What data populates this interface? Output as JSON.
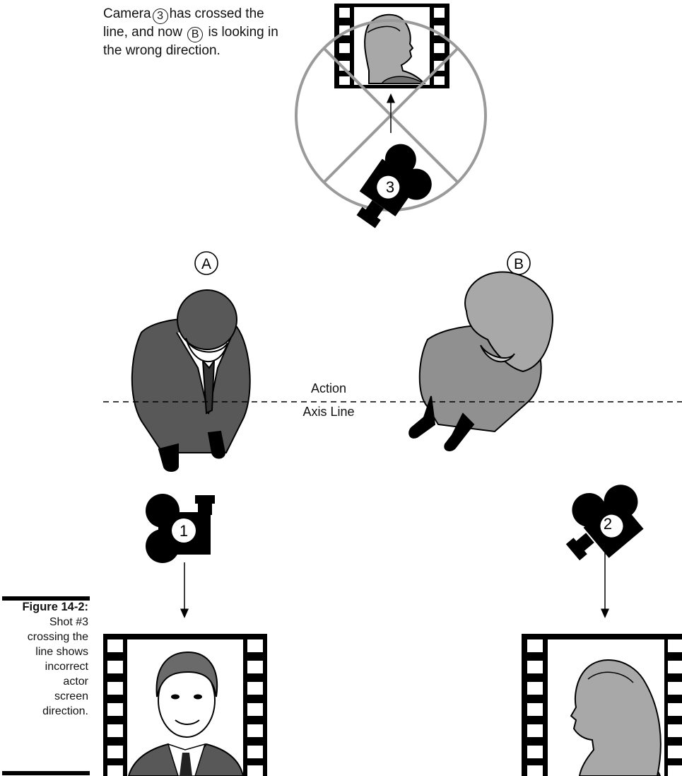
{
  "note": {
    "part1": "Camera",
    "cam_num": "3",
    "part2": "has crossed the",
    "part3": "line, and now",
    "actor": "B",
    "part4": "is looking in",
    "part5": "the wrong direction."
  },
  "actors": {
    "a_label": "A",
    "b_label": "B"
  },
  "axis": {
    "line1": "Action",
    "line2": "Axis Line"
  },
  "cameras": {
    "cam1": "1",
    "cam2": "2",
    "cam3": "3"
  },
  "caption": {
    "figure": "Figure 14-2:",
    "line1": "Shot #3",
    "line2": "crossing the",
    "line3": "line shows",
    "line4": "incorrect",
    "line5": "actor",
    "line6": "screen",
    "line7": "direction."
  },
  "colors": {
    "gray_fill": "#a8a8a8",
    "dark_fill": "#585858",
    "black": "#000000",
    "prohibit_ring": "#9a9a9a"
  }
}
